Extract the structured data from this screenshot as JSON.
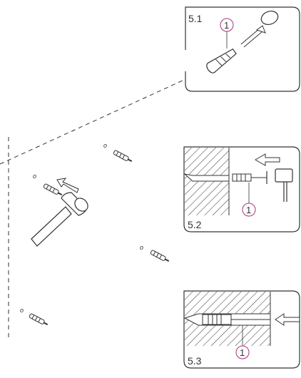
{
  "colors": {
    "line": "#333333",
    "callout": "#a8327e",
    "background": "#ffffff"
  },
  "steps": [
    {
      "label": "5.1",
      "callout": "1"
    },
    {
      "label": "5.2",
      "callout": "1"
    },
    {
      "label": "5.3",
      "callout": "1"
    }
  ],
  "wall_marks": [
    "o",
    "o",
    "o",
    "o"
  ],
  "icons": [
    "hammer-icon",
    "wall-plug-icon",
    "screw-icon",
    "drill-bit-icon"
  ]
}
